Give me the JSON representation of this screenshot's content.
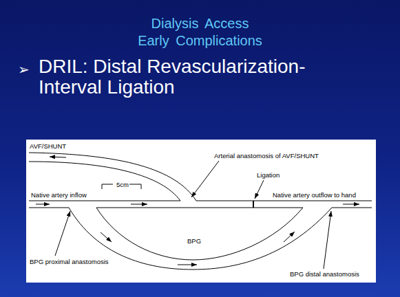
{
  "diagram": {
    "title": "Dialysis Access Early Complications",
    "labels": [
      "➢",
      "DRIL: Distal Revascularization-Interval Ligation",
      "AVF/SHUNT",
      "Arterial anastomosis of AVF/SHUNT",
      "5cm",
      "Ligation",
      "Native artery inflow",
      "Native artery outflow to hand",
      "BPG proximal anastomosis",
      "BPG",
      "BPG distal anastomosis"
    ]
  }
}
